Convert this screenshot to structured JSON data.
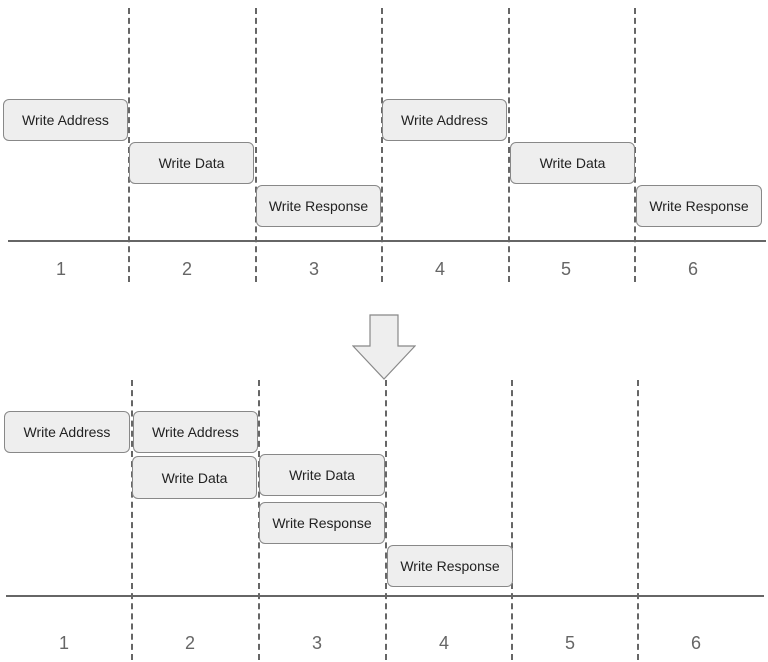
{
  "labels": {
    "write_address": "Write Address",
    "write_data": "Write Data",
    "write_response": "Write Response"
  },
  "top_timeline": {
    "boxes": [
      {
        "label": "Write Address"
      },
      {
        "label": "Write Data"
      },
      {
        "label": "Write Response"
      },
      {
        "label": "Write Address"
      },
      {
        "label": "Write Data"
      },
      {
        "label": "Write Response"
      }
    ],
    "slots": [
      "1",
      "2",
      "3",
      "4",
      "5",
      "6"
    ]
  },
  "bottom_timeline": {
    "boxes": [
      {
        "label": "Write Address"
      },
      {
        "label": "Write Address"
      },
      {
        "label": "Write Data"
      },
      {
        "label": "Write Data"
      },
      {
        "label": "Write Response"
      },
      {
        "label": "Write Response"
      }
    ],
    "slots": [
      "1",
      "2",
      "3",
      "4",
      "5",
      "6"
    ]
  },
  "colors": {
    "box_fill": "#eeeeee",
    "box_border": "#888888",
    "line": "#666666",
    "arrow_fill": "#eeeeee"
  }
}
